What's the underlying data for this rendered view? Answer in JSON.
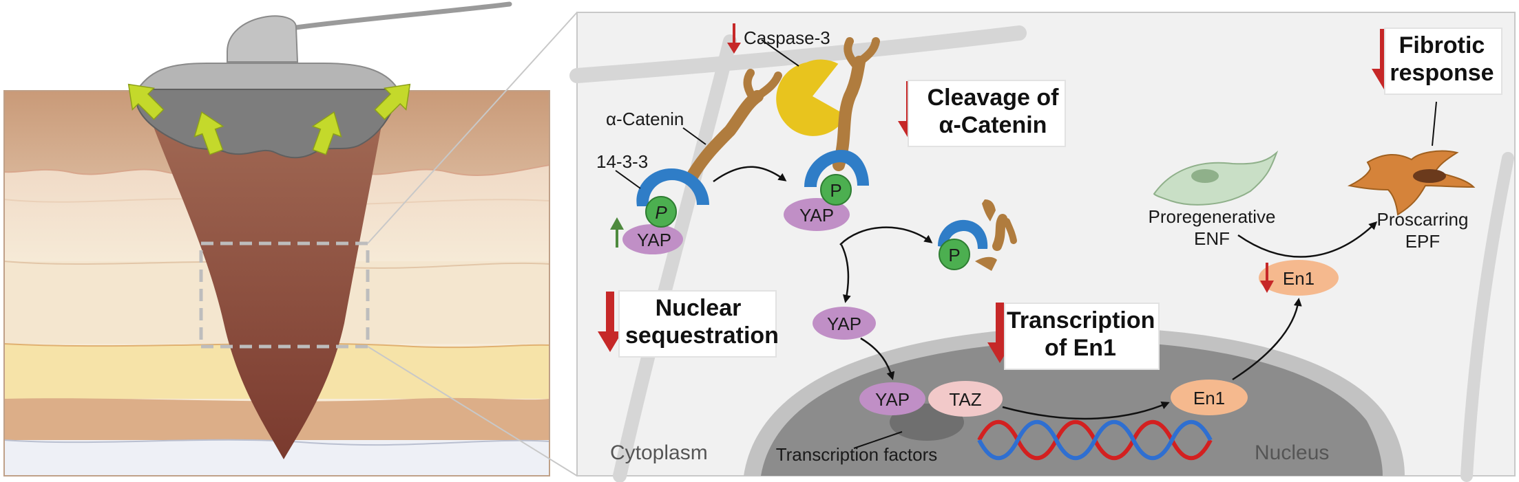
{
  "labels": {
    "caspase3": "Caspase-3",
    "alpha_catenin": "α-Catenin",
    "fourteen_three_three": "14-3-3",
    "p": "P",
    "yap": "YAP",
    "taz": "TAZ",
    "en1": "En1",
    "transcription_factors": "Transcription factors",
    "cytoplasm": "Cytoplasm",
    "nucleus": "Nucleus",
    "proregenerative_line1": "Proregenerative",
    "proregenerative_line2": "ENF",
    "proscarring_line1": "Proscarring",
    "proscarring_line2": "EPF"
  },
  "boxes": {
    "cleavage_line1": "Cleavage of",
    "cleavage_line2": "α-Catenin",
    "nuclear_line1": "Nuclear",
    "nuclear_line2": "sequestration",
    "transcription_line1": "Transcription",
    "transcription_line2": "of En1",
    "fibrotic_line1": "Fibrotic",
    "fibrotic_line2": "response"
  },
  "colors": {
    "decrease_arrow": "#c62828",
    "increase_arrow": "#4e8a3e",
    "yap": "#c08fc6",
    "taz": "#f2c9c9",
    "en1": "#f5b98e",
    "phospho": "#4caf50",
    "protein_1433": "#2f7dc7",
    "catenin": "#b07c3e",
    "caspase": "#e8c41e",
    "nucleus": "#8c8c8c",
    "wound": "#8b4a3a",
    "suction_arrow": "#c4d92b"
  }
}
